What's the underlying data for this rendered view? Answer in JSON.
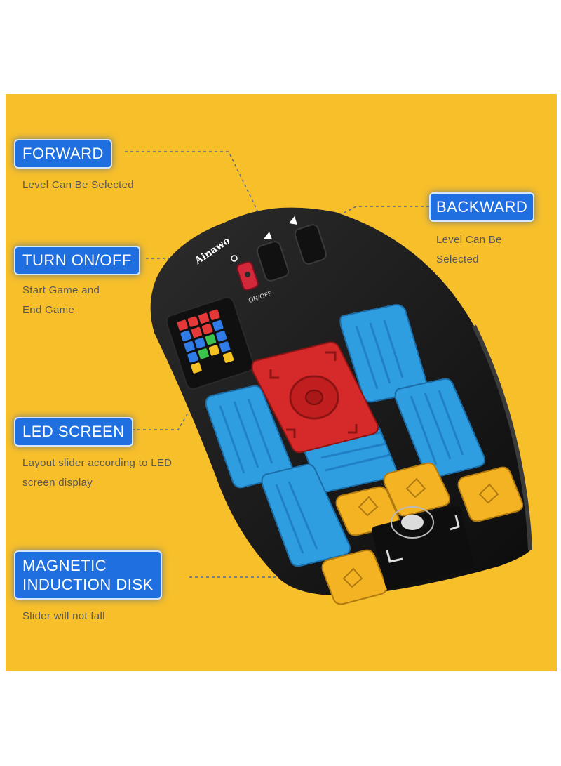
{
  "colors": {
    "background": "#f7bf2a",
    "label_fill": "#1f6fe0",
    "description_text": "#595856",
    "device_body": "#1a1a1a",
    "slider_blue": "#2f9ee0",
    "slider_red": "#d62a2a",
    "slider_yellow": "#f4b323"
  },
  "brand": "Ainawo",
  "onoff_text": "ON/OFF",
  "callouts": {
    "forward": {
      "label": "FORWARD",
      "lines": [
        "Level Can Be Selected"
      ]
    },
    "backward": {
      "label": "BACKWARD",
      "lines": [
        "Level Can Be",
        "Selected"
      ]
    },
    "turn_on_off": {
      "label": "TURN ON/OFF",
      "lines": [
        "Start Game and",
        "End Game"
      ]
    },
    "led_screen": {
      "label": "LED SCREEN",
      "lines": [
        "Layout slider according to LED",
        "screen display"
      ]
    },
    "magnetic_disk": {
      "label_line1": "MAGNETIC",
      "label_line2": "INDUCTION DISK",
      "lines": [
        "Slider will not fall"
      ]
    }
  }
}
